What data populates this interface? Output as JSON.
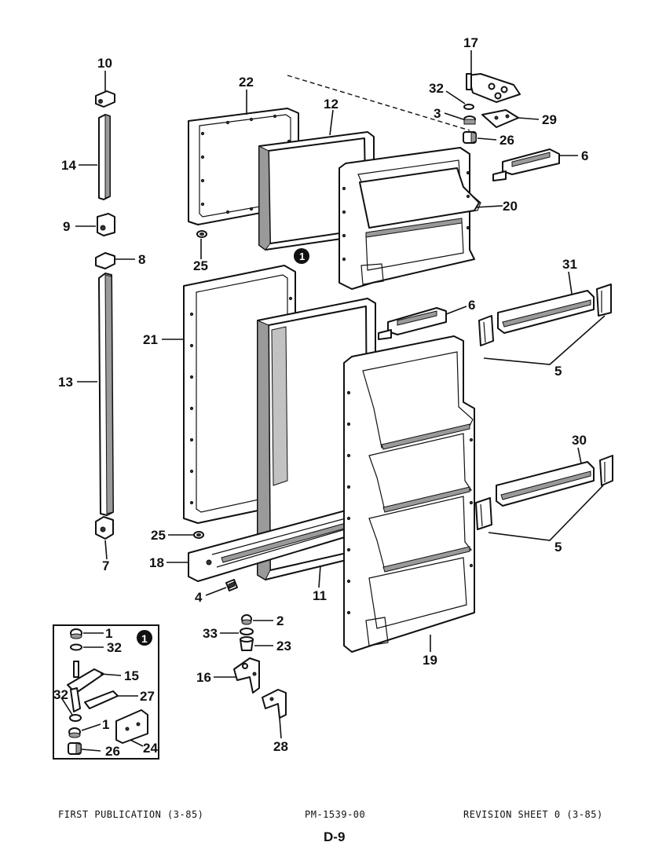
{
  "footer": {
    "left": "FIRST PUBLICATION (3-85)",
    "center": "PM-1539-00",
    "right": "REVISION SHEET 0 (3-85)",
    "page": "D-9"
  },
  "inset": {
    "marker": "1"
  },
  "callouts": {
    "c17": "17",
    "c32a": "32",
    "c3": "3",
    "c29": "29",
    "c26a": "26",
    "c6a": "6",
    "c10": "10",
    "c14": "14",
    "c9": "9",
    "c8": "8",
    "c13": "13",
    "c7": "7",
    "c22": "22",
    "c12": "12",
    "c20": "20",
    "c25a": "25",
    "c21": "21",
    "c25b": "25",
    "c18": "18",
    "c4": "4",
    "c11": "11",
    "c6b": "6",
    "c31": "31",
    "c5a": "5",
    "c30": "30",
    "c5b": "5",
    "c19": "19",
    "c2": "2",
    "c33": "33",
    "c23": "23",
    "c16": "16",
    "c28": "28",
    "i1a": "1",
    "i32b": "32",
    "i15": "15",
    "i32c": "32",
    "i27": "27",
    "i1b": "1",
    "i24": "24",
    "i26b": "26"
  }
}
